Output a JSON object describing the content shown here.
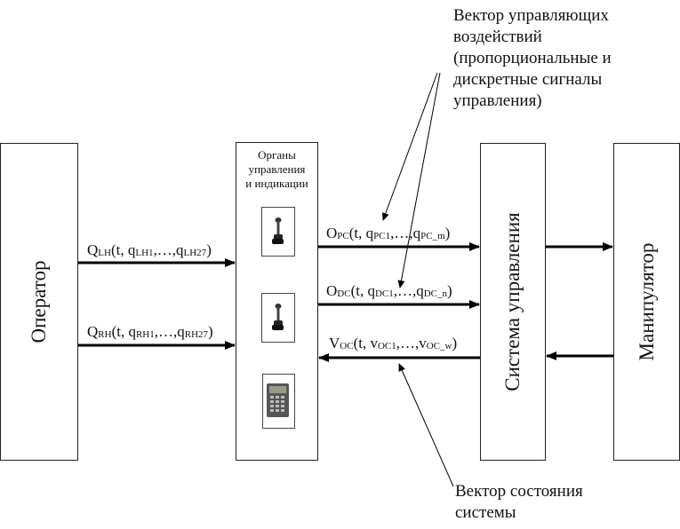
{
  "blocks": {
    "operator": "Оператор",
    "controls": {
      "title_lines": [
        "Органы",
        "управления",
        "и индикации"
      ],
      "devices": [
        {
          "name": "joystick-left",
          "icon": "joystick-icon"
        },
        {
          "name": "joystick-right",
          "icon": "joystick-icon"
        },
        {
          "name": "control-panel",
          "icon": "keypad-terminal-icon"
        }
      ]
    },
    "system": "Система управления",
    "manipulator": "Манипулятор"
  },
  "signals": {
    "q_lh": {
      "main": "Q",
      "main_sub": "LH",
      "open": "(t, q",
      "s1": "LH1",
      "mid": ",…,q",
      "s2": "LH27",
      "close": ")"
    },
    "q_rh": {
      "main": "Q",
      "main_sub": "RH",
      "open": "(t, q",
      "s1": "RH1",
      "mid": ",…,q",
      "s2": "RH27",
      "close": ")"
    },
    "o_pc": {
      "main": "O",
      "main_sub": "PC",
      "open": "(t, q",
      "s1": "PC1",
      "mid": ",…,q",
      "s2": "PC_m",
      "close": ")"
    },
    "o_dc": {
      "main": "O",
      "main_sub": "DC",
      "open": "(t, q",
      "s1": "DC1",
      "mid": ",…,q",
      "s2": "DC_n",
      "close": ")"
    },
    "v_oc": {
      "main": "V",
      "main_sub": "OC",
      "open": "(t, v",
      "s1": "OC1",
      "mid": ",…,v",
      "s2": "OC_w",
      "close": ")"
    }
  },
  "annotations": {
    "control_vector": [
      "Вектор управляющих",
      "воздействий",
      "(пропорциональные и",
      "дискретные сигналы",
      "управления)"
    ],
    "state_vector": [
      "Вектор состояния",
      "системы"
    ]
  }
}
